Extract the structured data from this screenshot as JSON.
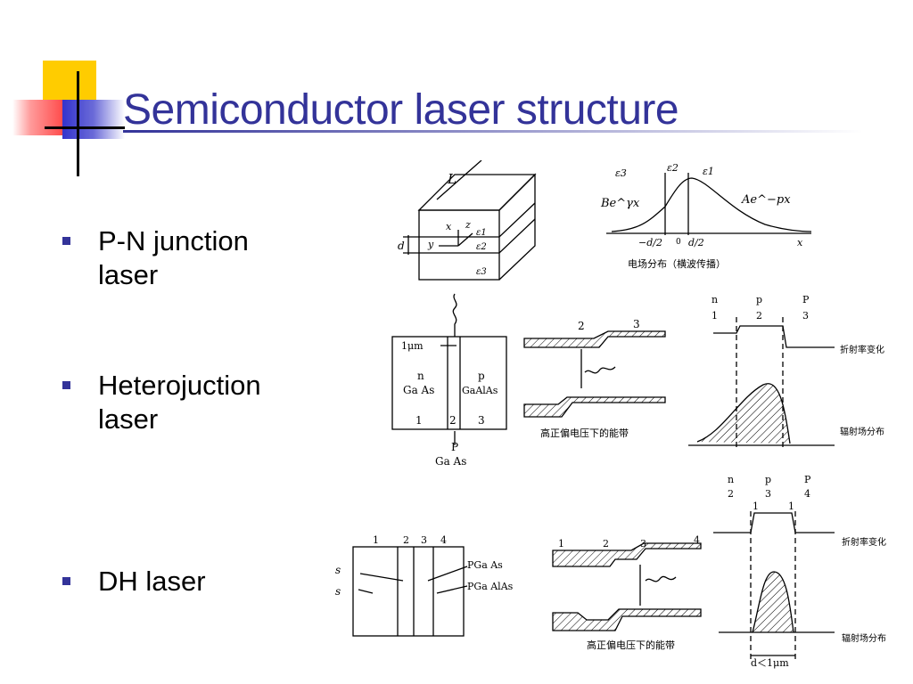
{
  "slide": {
    "title": "Semiconductor laser structure",
    "accent_color": "#333399",
    "bullets": [
      {
        "line1": "P-N junction",
        "line2": "laser"
      },
      {
        "line1": "Heterojuction",
        "line2": "laser"
      },
      {
        "line1": "DH laser",
        "line2": ""
      }
    ]
  },
  "figures": {
    "slab": {
      "L": "L",
      "d": "d",
      "x": "x",
      "y": "y",
      "z": "z",
      "e1": "ε1",
      "e2": "ε2",
      "e3": "ε3"
    },
    "field": {
      "e3": "ε3",
      "e2": "ε2",
      "e1": "ε1",
      "left_eq": "Be^γx",
      "right_eq": "Ae^−px",
      "minus_d2": "−d/2",
      "zero": "0",
      "d2": "d/2",
      "x": "x",
      "caption": "电场分布（横波传播）"
    },
    "hetero_device": {
      "thickness": "1μm",
      "n": "n",
      "gaas": "Ga As",
      "p": "p",
      "gaalas": "GaAlAs",
      "r1": "1",
      "r2": "2",
      "r3": "3",
      "p_bottom": "P",
      "gaas_bottom": "Ga As"
    },
    "hetero_band": {
      "n2": "2",
      "n3": "3",
      "caption": "高正偏电压下的能带"
    },
    "hetero_profile": {
      "n": "n",
      "p": "p",
      "P": "P",
      "n1": "1",
      "n2": "2",
      "n3": "3",
      "index_label": "折射率变化",
      "field_label": "辐射场分布"
    },
    "dh_layers": {
      "n1": "1",
      "n2": "2",
      "n3": "3",
      "n4": "4",
      "s1": "s",
      "s2": "s",
      "pgaas": "PGa As",
      "pgaalas": "PGa AlAs"
    },
    "dh_band": {
      "n1": "1",
      "n2": "2",
      "n3": "3",
      "n4": "4",
      "caption": "高正偏电压下的能带"
    },
    "dh_profile": {
      "n": "n",
      "p": "p",
      "P": "P",
      "n2": "2",
      "n3": "3",
      "n4": "4",
      "one_a": "1",
      "one_b": "1",
      "index_label": "折射率变化",
      "field_label": "辐射场分布",
      "width_label": "d＜1μm"
    }
  }
}
